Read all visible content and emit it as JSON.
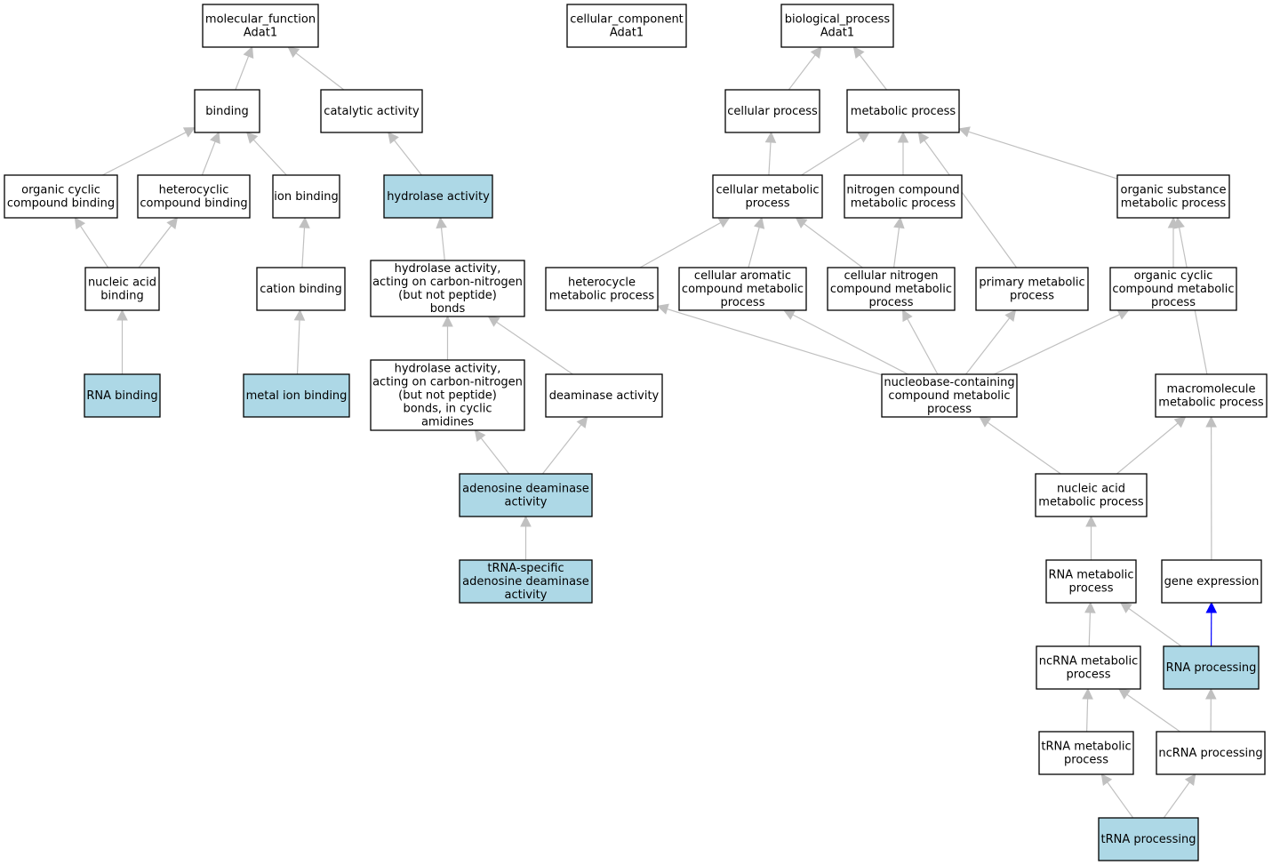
{
  "colors": {
    "node_fill": "#ffffff",
    "highlight_fill": "#add8e6",
    "edge": "#c0c0c0",
    "highlight_edge": "#0000ff"
  },
  "nodes": [
    {
      "id": "mf",
      "lines": [
        "molecular_function",
        "Adat1"
      ],
      "highlight": false
    },
    {
      "id": "cc",
      "lines": [
        "cellular_component",
        "Adat1"
      ],
      "highlight": false
    },
    {
      "id": "bp",
      "lines": [
        "biological_process",
        "Adat1"
      ],
      "highlight": false
    },
    {
      "id": "binding",
      "lines": [
        "binding"
      ],
      "highlight": false
    },
    {
      "id": "catalytic",
      "lines": [
        "catalytic activity"
      ],
      "highlight": false
    },
    {
      "id": "cellproc",
      "lines": [
        "cellular process"
      ],
      "highlight": false
    },
    {
      "id": "metaproc",
      "lines": [
        "metabolic process"
      ],
      "highlight": false
    },
    {
      "id": "orgcyc",
      "lines": [
        "organic cyclic",
        "compound binding"
      ],
      "highlight": false
    },
    {
      "id": "hetcyc",
      "lines": [
        "heterocyclic",
        "compound binding"
      ],
      "highlight": false
    },
    {
      "id": "ionbind",
      "lines": [
        "ion binding"
      ],
      "highlight": false
    },
    {
      "id": "hydrolase",
      "lines": [
        "hydrolase activity"
      ],
      "highlight": true
    },
    {
      "id": "cellmeta",
      "lines": [
        "cellular metabolic",
        "process"
      ],
      "highlight": false
    },
    {
      "id": "nitrometa",
      "lines": [
        "nitrogen compound",
        "metabolic process"
      ],
      "highlight": false
    },
    {
      "id": "orgsubmeta",
      "lines": [
        "organic substance",
        "metabolic process"
      ],
      "highlight": false
    },
    {
      "id": "nucacidbind",
      "lines": [
        "nucleic acid",
        "binding"
      ],
      "highlight": false
    },
    {
      "id": "cationbind",
      "lines": [
        "cation binding"
      ],
      "highlight": false
    },
    {
      "id": "hydrolaseCN",
      "lines": [
        "hydrolase activity,",
        "acting on carbon-nitrogen",
        "(but not peptide)",
        "bonds"
      ],
      "highlight": false
    },
    {
      "id": "hetmeta",
      "lines": [
        "heterocycle",
        "metabolic process"
      ],
      "highlight": false
    },
    {
      "id": "cellarom",
      "lines": [
        "cellular aromatic",
        "compound metabolic",
        "process"
      ],
      "highlight": false
    },
    {
      "id": "cellnitro",
      "lines": [
        "cellular nitrogen",
        "compound metabolic",
        "process"
      ],
      "highlight": false
    },
    {
      "id": "primeta",
      "lines": [
        "primary metabolic",
        "process"
      ],
      "highlight": false
    },
    {
      "id": "orgcycmeta",
      "lines": [
        "organic cyclic",
        "compound metabolic",
        "process"
      ],
      "highlight": false
    },
    {
      "id": "rnabind",
      "lines": [
        "RNA binding"
      ],
      "highlight": true
    },
    {
      "id": "metalion",
      "lines": [
        "metal ion binding"
      ],
      "highlight": true
    },
    {
      "id": "hydrolaseCNcyc",
      "lines": [
        "hydrolase activity,",
        "acting on carbon-nitrogen",
        "(but not peptide)",
        "bonds, in cyclic",
        "amidines"
      ],
      "highlight": false
    },
    {
      "id": "deaminase",
      "lines": [
        "deaminase activity"
      ],
      "highlight": false
    },
    {
      "id": "nucleobase",
      "lines": [
        "nucleobase-containing",
        "compound metabolic",
        "process"
      ],
      "highlight": false
    },
    {
      "id": "macromol",
      "lines": [
        "macromolecule",
        "metabolic process"
      ],
      "highlight": false
    },
    {
      "id": "adenosine",
      "lines": [
        "adenosine deaminase",
        "activity"
      ],
      "highlight": true
    },
    {
      "id": "nucacidmeta",
      "lines": [
        "nucleic acid",
        "metabolic process"
      ],
      "highlight": false
    },
    {
      "id": "trnaspec",
      "lines": [
        "tRNA-specific",
        "adenosine deaminase",
        "activity"
      ],
      "highlight": true
    },
    {
      "id": "rnameta",
      "lines": [
        "RNA metabolic",
        "process"
      ],
      "highlight": false
    },
    {
      "id": "geneexp",
      "lines": [
        "gene expression"
      ],
      "highlight": false
    },
    {
      "id": "ncrnameta",
      "lines": [
        "ncRNA metabolic",
        "process"
      ],
      "highlight": false
    },
    {
      "id": "rnaproc",
      "lines": [
        "RNA processing"
      ],
      "highlight": true
    },
    {
      "id": "trnameta",
      "lines": [
        "tRNA metabolic",
        "process"
      ],
      "highlight": false
    },
    {
      "id": "ncrnaproc",
      "lines": [
        "ncRNA processing"
      ],
      "highlight": false
    },
    {
      "id": "trnaproc",
      "lines": [
        "tRNA processing"
      ],
      "highlight": true
    }
  ],
  "edges": [
    {
      "from": "binding",
      "to": "mf"
    },
    {
      "from": "catalytic",
      "to": "mf"
    },
    {
      "from": "orgcyc",
      "to": "binding"
    },
    {
      "from": "hetcyc",
      "to": "binding"
    },
    {
      "from": "ionbind",
      "to": "binding"
    },
    {
      "from": "nucacidbind",
      "to": "orgcyc"
    },
    {
      "from": "nucacidbind",
      "to": "hetcyc"
    },
    {
      "from": "rnabind",
      "to": "nucacidbind"
    },
    {
      "from": "cationbind",
      "to": "ionbind"
    },
    {
      "from": "metalion",
      "to": "cationbind"
    },
    {
      "from": "hydrolase",
      "to": "catalytic"
    },
    {
      "from": "hydrolaseCN",
      "to": "hydrolase"
    },
    {
      "from": "hydrolaseCNcyc",
      "to": "hydrolaseCN"
    },
    {
      "from": "deaminase",
      "to": "hydrolaseCN"
    },
    {
      "from": "adenosine",
      "to": "hydrolaseCNcyc"
    },
    {
      "from": "adenosine",
      "to": "deaminase"
    },
    {
      "from": "trnaspec",
      "to": "adenosine"
    },
    {
      "from": "cellproc",
      "to": "bp"
    },
    {
      "from": "metaproc",
      "to": "bp"
    },
    {
      "from": "cellmeta",
      "to": "cellproc"
    },
    {
      "from": "cellmeta",
      "to": "metaproc"
    },
    {
      "from": "nitrometa",
      "to": "metaproc"
    },
    {
      "from": "orgsubmeta",
      "to": "metaproc"
    },
    {
      "from": "primeta",
      "to": "metaproc"
    },
    {
      "from": "hetmeta",
      "to": "cellmeta"
    },
    {
      "from": "cellarom",
      "to": "cellmeta"
    },
    {
      "from": "cellnitro",
      "to": "cellmeta"
    },
    {
      "from": "cellnitro",
      "to": "nitrometa"
    },
    {
      "from": "orgcycmeta",
      "to": "orgsubmeta"
    },
    {
      "from": "macromol",
      "to": "orgsubmeta"
    },
    {
      "from": "nucleobase",
      "to": "hetmeta"
    },
    {
      "from": "nucleobase",
      "to": "cellarom"
    },
    {
      "from": "nucleobase",
      "to": "cellnitro"
    },
    {
      "from": "nucleobase",
      "to": "primeta"
    },
    {
      "from": "nucleobase",
      "to": "orgcycmeta"
    },
    {
      "from": "nucacidmeta",
      "to": "nucleobase"
    },
    {
      "from": "nucacidmeta",
      "to": "macromol"
    },
    {
      "from": "rnameta",
      "to": "nucacidmeta"
    },
    {
      "from": "geneexp",
      "to": "macromol"
    },
    {
      "from": "ncrnameta",
      "to": "rnameta"
    },
    {
      "from": "rnaproc",
      "to": "rnameta"
    },
    {
      "from": "rnaproc",
      "to": "geneexp",
      "highlight": true
    },
    {
      "from": "trnameta",
      "to": "ncrnameta"
    },
    {
      "from": "ncrnaproc",
      "to": "ncrnameta"
    },
    {
      "from": "ncrnaproc",
      "to": "rnaproc"
    },
    {
      "from": "trnaproc",
      "to": "trnameta"
    },
    {
      "from": "trnaproc",
      "to": "ncrnaproc"
    }
  ]
}
